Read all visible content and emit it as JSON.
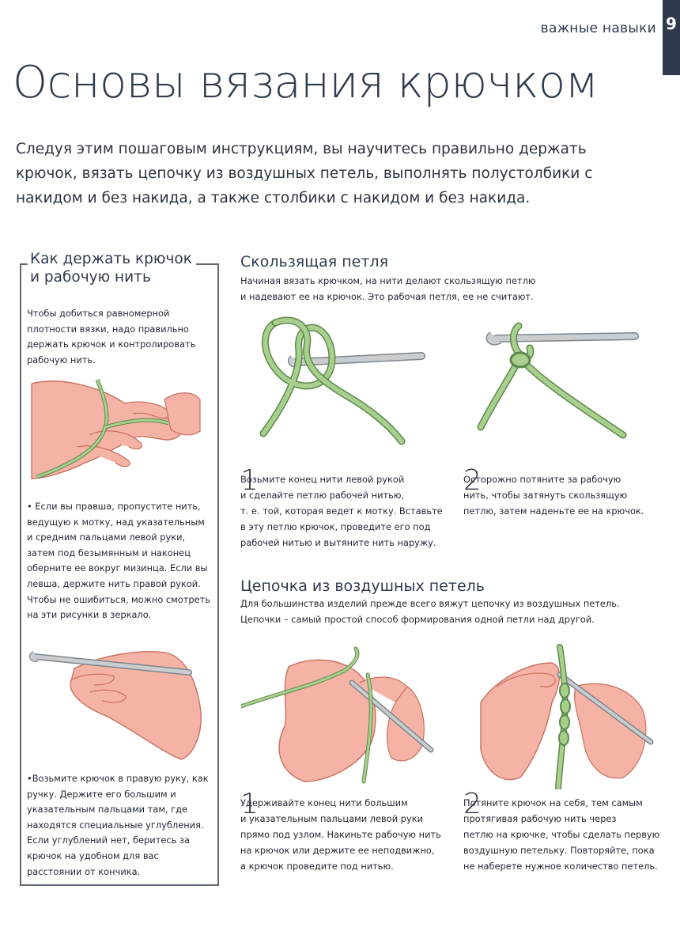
{
  "header": {
    "section_label": "важные навыки",
    "tab_glyph": "9"
  },
  "title": "Основы вязания крючком",
  "intro": "Следуя этим пошаговым инструкциям, вы научитесь правильно держать крючок, вязать цепочку из воздушных петель, выполнять полустолбики с накидом и без накида, а также столбики с накидом и без накида.",
  "sidebar": {
    "title_line1": "Как держать крючок",
    "title_line2": "и рабочую нить",
    "para1": "Чтобы добиться равномерной плотности вязки, надо правильно держать крючок и контролировать рабочую нить.",
    "para2": "• Если вы правша, пропустите нить, ведущую к мотку, над указательным и средним пальцами левой руки, затем под безымянным и наконец оберните ее вокруг мизинца. Если вы левша, держите нить правой рукой. Чтобы не ошибиться, можно смотреть на эти рисунки в зеркало.",
    "para3": "•Возьмите крючок в правую руку, как ручку. Держите его большим и указательным пальцами там, где находятся специальные углубления. Если углублений нет, беритесь за крючок на удобном для вас расстоянии от кончика."
  },
  "slip_knot": {
    "heading": "Скользящая петля",
    "sub1": "Начиная вязать крючком, на нити делают скользящую петлю",
    "sub2": "и надевают ее на крючок. Это рабочая петля, ее не считают.",
    "step1_num": "1",
    "step1_text": "      Возьмите конец нити левой рукой\n      и сделайте петлю рабочей нитью,\nт. е. той, которая ведет к мотку. Вставьте\nв эту петлю крючок, проведите его под\nрабочей нитью и вытяните нить наружу.",
    "step2_num": "2",
    "step2_text": "      Осторожно потяните за рабочую\n      нить, чтобы затянуть скользящую\nпетлю, затем наденьте ее на крючок."
  },
  "chain": {
    "heading": "Цепочка из воздушных петель",
    "sub1": "Для большинства изделий прежде всего вяжут цепочку из воздушных петель.",
    "sub2": "Цепочки – самый простой способ формирования одной петли над другой.",
    "step1_num": "1",
    "step1_text": "      Удерживайте конец нити большим\n      и указательным пальцами левой руки\nпрямо под узлом. Накиньте рабочую нить\nна крючок или держите ее неподвижно,\nа крючок проведите под нитью.",
    "step2_num": "2",
    "step2_text": "      Потяните крючок на себя, тем самым\n      протягивая рабочую нить через\nпетлю на крючке, чтобы сделать первую\nвоздушную петельку. Повторяйте, пока\nне наберете нужное количество петель."
  },
  "colors": {
    "dark_blue": "#2f3b4d",
    "yarn_green": "#a9cf8f",
    "yarn_outline": "#5b8a4a",
    "skin": "#f0a59a",
    "skin_shadow": "#d9766d",
    "hook_gray": "#a7acb0"
  }
}
